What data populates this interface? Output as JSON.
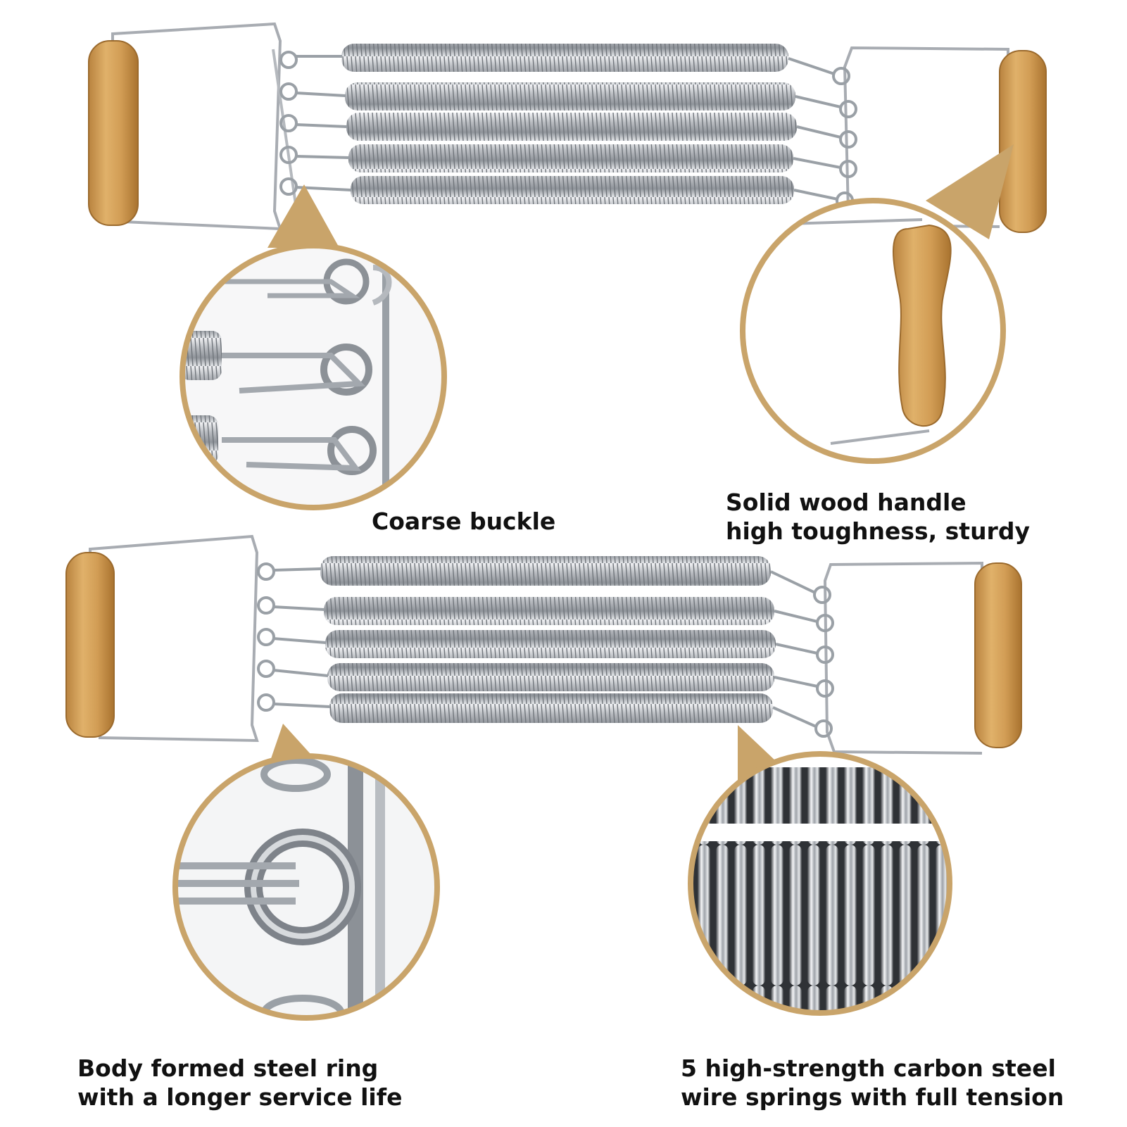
{
  "colors": {
    "accent": "#c9a46a",
    "wood": "#d4a460",
    "steel": "#c2c5ca",
    "text": "#111111"
  },
  "captions": {
    "buckle": "Coarse buckle",
    "wood_line1": "Solid wood handle",
    "wood_line2": "high toughness, sturdy",
    "ring_line1": "Body formed steel ring",
    "ring_line2": "with a longer service life",
    "spring_line1": "5 high-strength carbon steel",
    "spring_line2": "wire springs with full tension"
  },
  "product": {
    "spring_count": 5
  }
}
